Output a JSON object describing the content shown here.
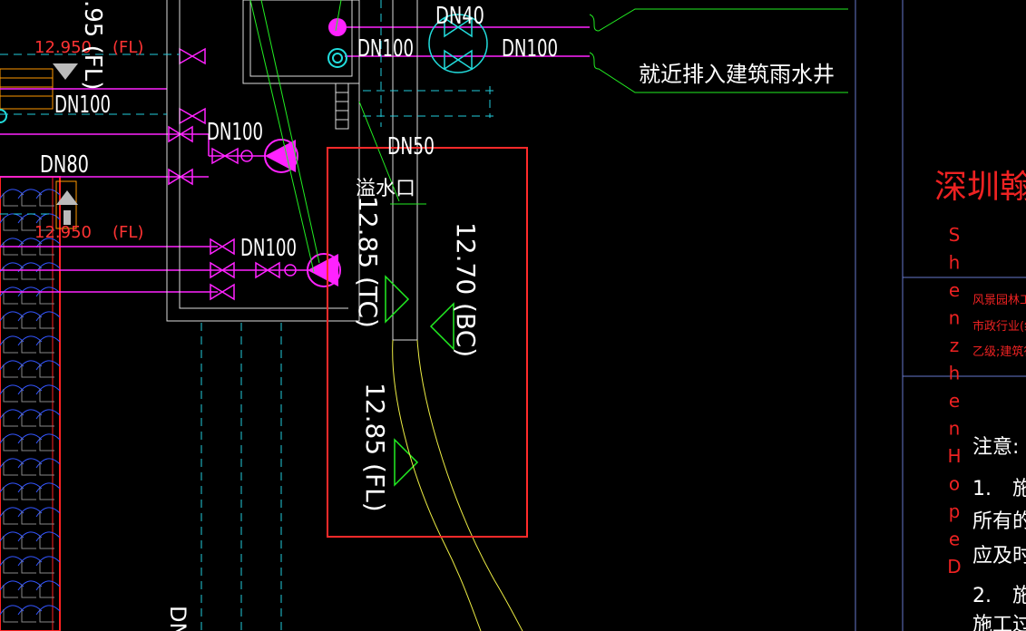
{
  "colors": {
    "background": "#000000",
    "pipe_magenta": "#ff22ff",
    "leader_green": "#22ff22",
    "annotation_white": "#ffffff",
    "dashed_cyan": "#22ddee",
    "pit_white": "#dddddd",
    "elevation_red": "#ff3333",
    "selection_red": "#ff2a2a",
    "boundary_yellow": "#eeee44",
    "hatch_blue": "#3355ff",
    "title_red": "#ee2222",
    "border_blue": "#6677cc"
  },
  "left_annotations": {
    "elev_top": "12.950",
    "elev_top_vertical": ".95 (FL)",
    "fl_top": "(FL)",
    "dn100": "DN100",
    "dn80": "DN80",
    "elev_mid": "12.950",
    "fl_mid": "(FL)"
  },
  "pit_labels": {
    "dn100_a": "DN100",
    "dn100_b": "DN100",
    "dn100_in": "DN100",
    "dn40": "DN40",
    "dn100_out": "DN100",
    "dn50": "DN50",
    "overflow": "溢水口",
    "drain_note": "就近排入建筑雨水井",
    "bottom_dn": "DN"
  },
  "selection_labels": {
    "tc": "12.85 (TC)",
    "bc": "12.70 (BC)",
    "fl": "12.85 (FL)"
  },
  "title_block": {
    "company_cn": "深圳翰博",
    "company_en_vertical": [
      "S",
      "h",
      "e",
      "n",
      "z",
      "h",
      "e",
      "n",
      "H",
      "o",
      "p",
      "e",
      "D"
    ],
    "qual_1": "风景园林工程",
    "qual_2": "市政行业(给",
    "qual_3": "乙级;建筑行",
    "notes_title": "注意:",
    "note_1_num": "1.",
    "note_1_a": "施",
    "note_1_b": "所有的图",
    "note_1_c": "应及时与",
    "note_2_num": "2.",
    "note_2_a": "施",
    "note_2_b": "施工过程"
  }
}
